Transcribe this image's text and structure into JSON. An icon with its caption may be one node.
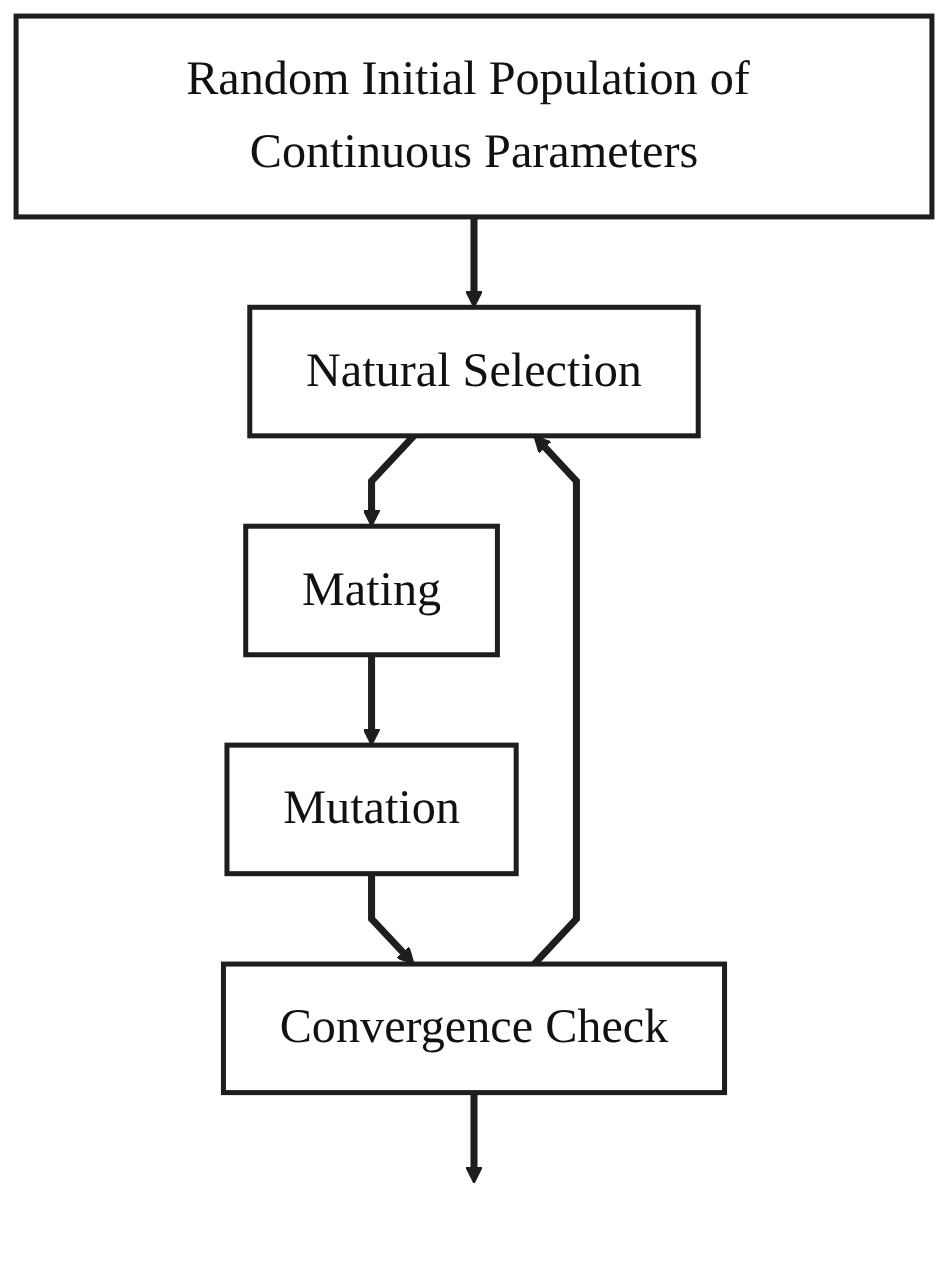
{
  "diagram": {
    "nodes": [
      {
        "text": [
          "Random Initial Population of Continuous Parameters"
        ]
      },
      {
        "text": [
          "Natural Selection"
        ]
      },
      {
        "text": [
          "Mating"
        ]
      },
      {
        "text": [
          "Mutation"
        ]
      },
      {
        "text": [
          "Convergence Check"
        ]
      }
    ],
    "edges": [
      {
        "from": 0,
        "to": 1,
        "arrow": "to"
      },
      {
        "from": 1,
        "to": 2,
        "arrow": "to"
      },
      {
        "from": 2,
        "to": 3,
        "arrow": "to"
      },
      {
        "from": 3,
        "to": 4,
        "arrow": "to"
      },
      {
        "from": 4,
        "to": 1,
        "arrow": "to"
      },
      {
        "from": 4,
        "to": null,
        "arrow": "to"
      }
    ]
  }
}
